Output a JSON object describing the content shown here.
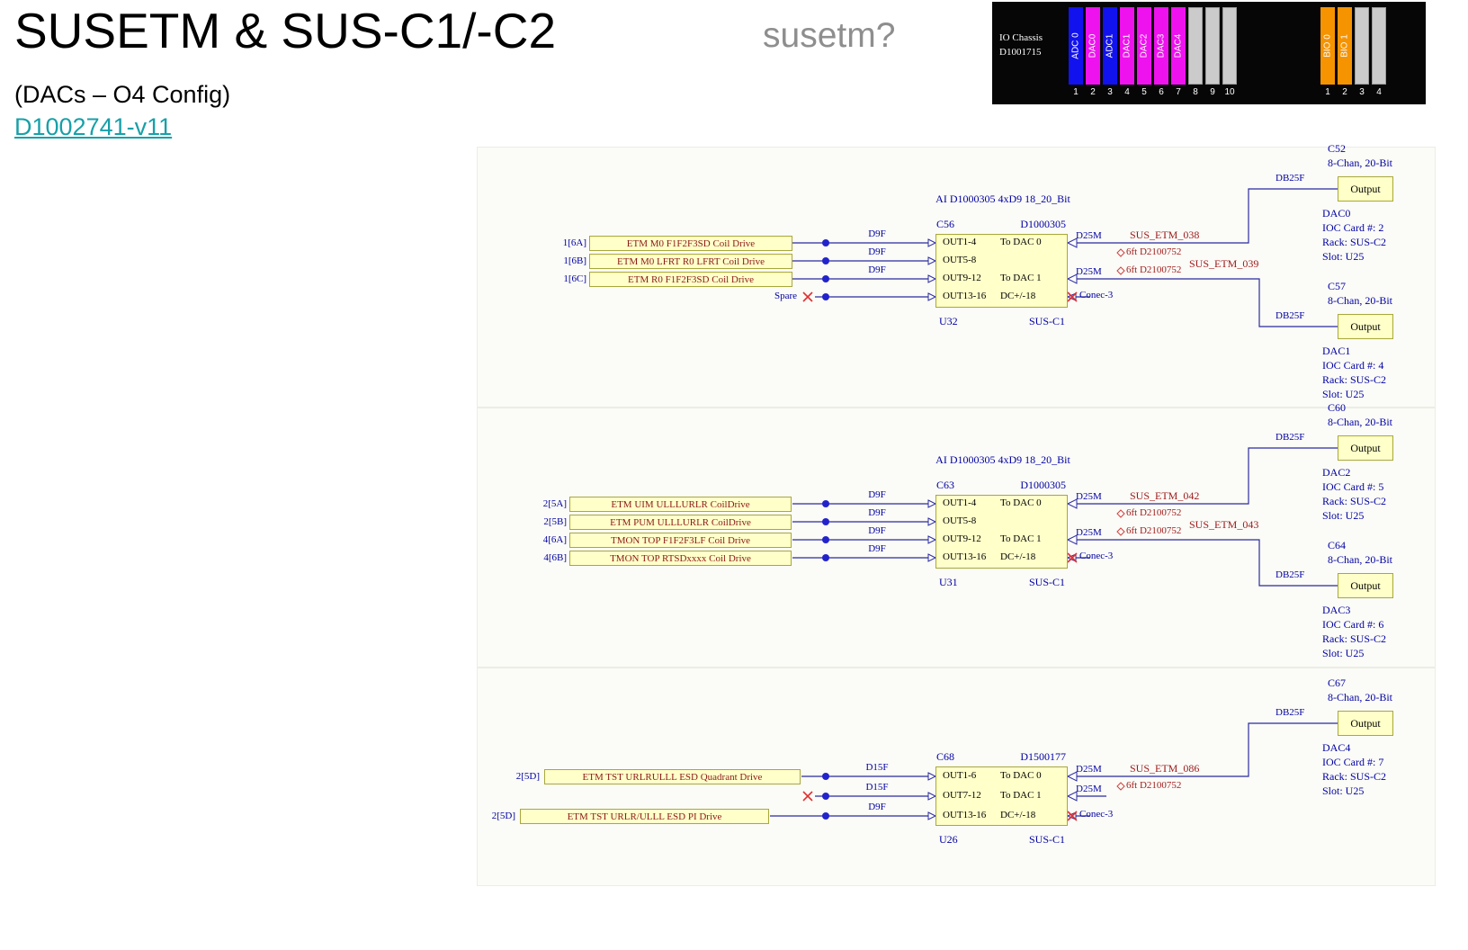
{
  "header": {
    "title": "SUSETM & SUS-C1/-C2",
    "subtitle": "(DACs – O4 Config)",
    "doc_link": "D1002741-v11",
    "annotation": "susetm?"
  },
  "palette": {
    "wire": "#2b2b9e",
    "label_blue": "#0000a3",
    "cable_red": "#9c1b1b",
    "box_fill": "#ffffc9",
    "box_border": "#a8a83c",
    "link_teal": "#18a0a8",
    "adc_blue": "#1212ee",
    "dac_magenta": "#ee12ee",
    "bio_orange": "#f59300",
    "empty_gray": "#cbcbcb"
  },
  "io_chassis": {
    "name": "IO Chassis",
    "doc": "D1001715",
    "main_slots": [
      {
        "label": "ADC 0",
        "num": "1",
        "type": "adc"
      },
      {
        "label": "DAC0",
        "num": "2",
        "type": "dac"
      },
      {
        "label": "ADC1",
        "num": "3",
        "type": "adc"
      },
      {
        "label": "DAC1",
        "num": "4",
        "type": "dac"
      },
      {
        "label": "DAC2",
        "num": "5",
        "type": "dac"
      },
      {
        "label": "DAC3",
        "num": "6",
        "type": "dac"
      },
      {
        "label": "DAC4",
        "num": "7",
        "type": "dac"
      },
      {
        "label": "",
        "num": "8",
        "type": "empty"
      },
      {
        "label": "",
        "num": "9",
        "type": "empty"
      },
      {
        "label": "",
        "num": "10",
        "type": "empty"
      }
    ],
    "bio_slots": [
      {
        "label": "BIO 0",
        "num": "1",
        "type": "bio"
      },
      {
        "label": "BIO 1",
        "num": "2",
        "type": "bio"
      },
      {
        "label": "",
        "num": "3",
        "type": "empty"
      },
      {
        "label": "",
        "num": "4",
        "type": "empty"
      }
    ]
  },
  "blocks": [
    {
      "ai_header": "AI D1000305 4xD9 18_20_Bit",
      "chip": {
        "ref": "C56",
        "part": "D1000305",
        "designator": "U32",
        "rack": "SUS-C1",
        "rows": [
          {
            "out": "OUT1-4",
            "to": "To DAC 0"
          },
          {
            "out": "OUT5-8",
            "to": ""
          },
          {
            "out": "OUT9-12",
            "to": "To DAC 1"
          },
          {
            "out": "OUT13-16",
            "to": "DC+/-18"
          }
        ]
      },
      "inputs": [
        {
          "prefix": "1[6A]",
          "label": "ETM M0 F1F2F3SD Coil Drive",
          "conn": "D9F"
        },
        {
          "prefix": "1[6B]",
          "label": "ETM M0 LFRT R0 LFRT Coil Drive",
          "conn": "D9F"
        },
        {
          "prefix": "1[6C]",
          "label": "ETM R0 F1F2F3SD Coil Drive",
          "conn": "D9F"
        },
        {
          "spare": "Spare"
        }
      ],
      "cables": [
        {
          "conn": "D25M",
          "name": "SUS_ETM_038",
          "length": "6ft  D2100752"
        },
        {
          "conn": "D25M",
          "name": "SUS_ETM_039",
          "length": "6ft  D2100752"
        }
      ],
      "power_conn": "Conec-3",
      "outputs": [
        {
          "ref": "C52",
          "chan": "8-Chan, 20-Bit",
          "conn": "DB25F",
          "box": "Output",
          "dac": "DAC0",
          "card": "IOC Card #: 2",
          "rack": "Rack: SUS-C2",
          "slot": "Slot: U25"
        },
        {
          "ref": "C57",
          "chan": "8-Chan, 20-Bit",
          "conn": "DB25F",
          "box": "Output",
          "dac": "DAC1",
          "card": "IOC Card #: 4",
          "rack": "Rack: SUS-C2",
          "slot": "Slot: U25"
        }
      ]
    },
    {
      "ai_header": "AI D1000305 4xD9 18_20_Bit",
      "chip": {
        "ref": "C63",
        "part": "D1000305",
        "designator": "U31",
        "rack": "SUS-C1",
        "rows": [
          {
            "out": "OUT1-4",
            "to": "To DAC 0"
          },
          {
            "out": "OUT5-8",
            "to": ""
          },
          {
            "out": "OUT9-12",
            "to": "To DAC 1"
          },
          {
            "out": "OUT13-16",
            "to": "DC+/-18"
          }
        ]
      },
      "inputs": [
        {
          "prefix": "2[5A]",
          "label": "ETM UIM ULLLURLR CoilDrive",
          "conn": "D9F"
        },
        {
          "prefix": "2[5B]",
          "label": "ETM PUM ULLLURLR CoilDrive",
          "conn": "D9F"
        },
        {
          "prefix": "4[6A]",
          "label": "TMON TOP F1F2F3LF Coil Drive",
          "conn": "D9F"
        },
        {
          "prefix": "4[6B]",
          "label": "TMON TOP RTSDxxxx Coil Drive",
          "conn": "D9F"
        }
      ],
      "cables": [
        {
          "conn": "D25M",
          "name": "SUS_ETM_042",
          "length": "6ft  D2100752"
        },
        {
          "conn": "D25M",
          "name": "SUS_ETM_043",
          "length": "6ft  D2100752"
        }
      ],
      "power_conn": "Conec-3",
      "outputs": [
        {
          "ref": "C60",
          "chan": "8-Chan, 20-Bit",
          "conn": "DB25F",
          "box": "Output",
          "dac": "DAC2",
          "card": "IOC Card #: 5",
          "rack": "Rack: SUS-C2",
          "slot": "Slot: U25"
        },
        {
          "ref": "C64",
          "chan": "8-Chan, 20-Bit",
          "conn": "DB25F",
          "box": "Output",
          "dac": "DAC3",
          "card": "IOC Card #: 6",
          "rack": "Rack: SUS-C2",
          "slot": "Slot: U25"
        }
      ]
    },
    {
      "ai_header": "",
      "chip": {
        "ref": "C68",
        "part": "D1500177",
        "designator": "U26",
        "rack": "SUS-C1",
        "rows": [
          {
            "out": "OUT1-6",
            "to": "To DAC 0"
          },
          {
            "out": "OUT7-12",
            "to": "To DAC 1"
          },
          {
            "out": "OUT13-16",
            "to": "DC+/-18"
          }
        ]
      },
      "inputs": [
        {
          "prefix": "2[5D]",
          "label": "ETM TST URLRULLL ESD Quadrant Drive",
          "conn": "D15F"
        },
        {
          "prefix": "",
          "label": "",
          "conn": "D15F"
        },
        {
          "prefix": "2[5D]",
          "label": "ETM TST URLR/ULLL ESD PI Drive",
          "conn": "D9F"
        }
      ],
      "cables": [
        {
          "conn": "D25M",
          "name": "SUS_ETM_086",
          "length": "6ft  D2100752"
        },
        {
          "conn": "D25M",
          "name": "",
          "length": ""
        }
      ],
      "power_conn": "Conec-3",
      "outputs": [
        {
          "ref": "C67",
          "chan": "8-Chan, 20-Bit",
          "conn": "DB25F",
          "box": "Output",
          "dac": "DAC4",
          "card": "IOC Card #: 7",
          "rack": "Rack: SUS-C2",
          "slot": "Slot: U25"
        }
      ]
    }
  ]
}
